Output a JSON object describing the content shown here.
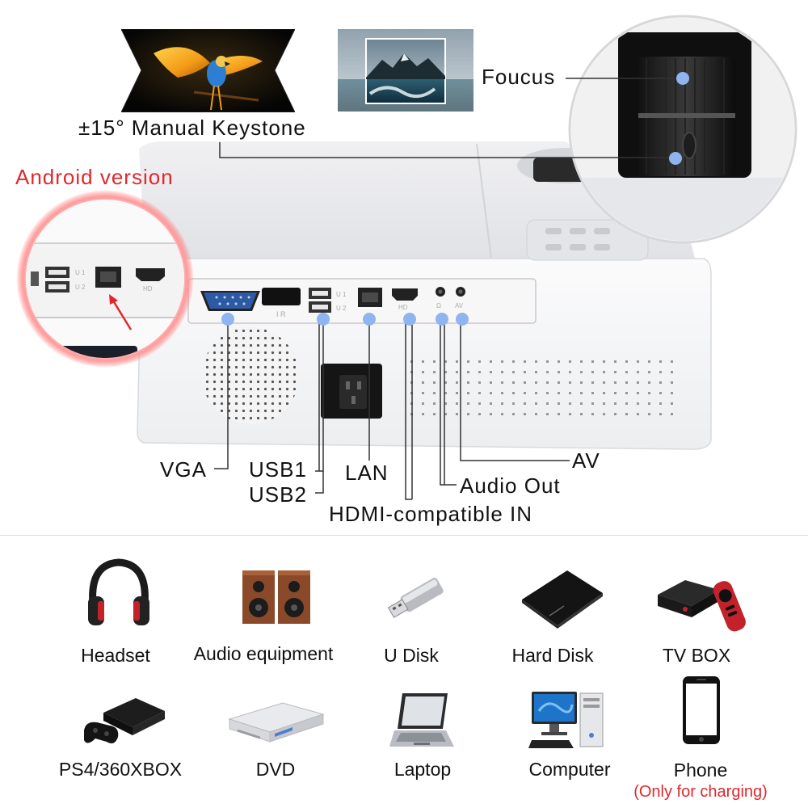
{
  "labels": {
    "keystone": "±15° Manual Keystone",
    "focus": "Foucus",
    "android": "Android version",
    "vga": "VGA",
    "usb1": "USB1",
    "usb2": "USB2",
    "lan": "LAN",
    "av": "AV",
    "audio_out": "Audio Out",
    "hdmi": "HDMI-compatible IN"
  },
  "panel_marks": {
    "ir": "I R",
    "u1": "U 1",
    "u2": "U 2",
    "hd": "HD",
    "av": "AV"
  },
  "devices": [
    {
      "label": "Headset",
      "icon": "headset-icon"
    },
    {
      "label": "Audio equipment",
      "icon": "speakers-icon"
    },
    {
      "label": "U Disk",
      "icon": "usb-disk-icon"
    },
    {
      "label": "Hard Disk",
      "icon": "hard-disk-icon"
    },
    {
      "label": "TV BOX",
      "icon": "tv-box-icon"
    },
    {
      "label": "PS4/360XBOX",
      "icon": "game-console-icon"
    },
    {
      "label": "DVD",
      "icon": "dvd-player-icon"
    },
    {
      "label": "Laptop",
      "icon": "laptop-icon"
    },
    {
      "label": "Computer",
      "icon": "computer-icon"
    },
    {
      "label": "Phone",
      "icon": "phone-icon",
      "note": "(Only for charging)"
    }
  ],
  "colors": {
    "callout_dot": "#8fb4ee",
    "android_red": "#e0282c",
    "leader_line": "#333333"
  }
}
